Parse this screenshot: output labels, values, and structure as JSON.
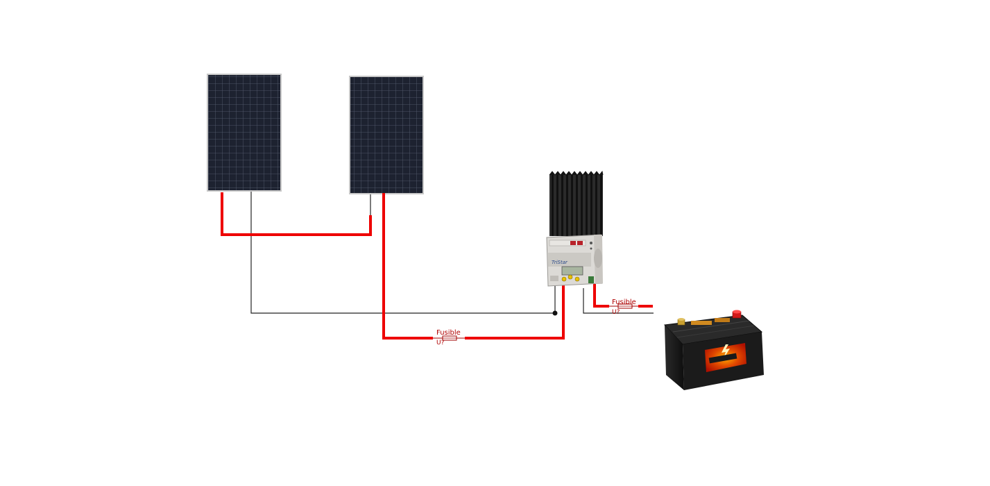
{
  "diagram": {
    "fuse_1": {
      "label": "Fusible",
      "ref": "U?"
    },
    "fuse_2": {
      "label": "Fusible",
      "ref": "U?"
    },
    "colors": {
      "positive_wire": "#ee0000",
      "negative_wire": "#222222",
      "panel_cell": "#1d2230",
      "panel_frame": "#c8c8c8",
      "heatsink": "#1a1a1a",
      "controller_body": "#dcdad6",
      "battery_body": "#1b1b1b",
      "battery_label": "#d81e10"
    },
    "components": [
      {
        "name": "solar-panel-1",
        "icon": "solar-panel-icon"
      },
      {
        "name": "solar-panel-2",
        "icon": "solar-panel-icon"
      },
      {
        "name": "charge-controller",
        "icon": "charge-controller-icon"
      },
      {
        "name": "battery",
        "icon": "battery-icon"
      }
    ]
  }
}
